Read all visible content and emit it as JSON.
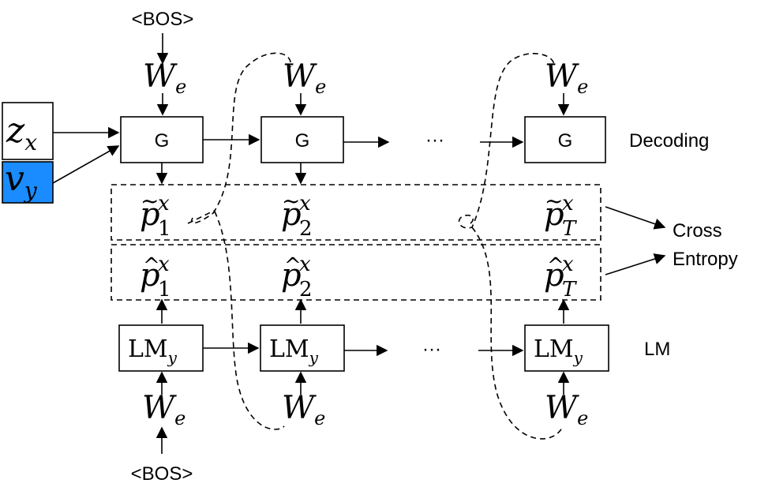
{
  "bos_label": "<BOS>",
  "embedding_label": "W",
  "embedding_subscript": "e",
  "generator_label": "G",
  "lm_label": "LM",
  "lm_subscript": "y",
  "ellipsis": "···",
  "z_label": "z",
  "z_subscript": "x",
  "v_label": "v",
  "v_subscript": "y",
  "v_fill": "#1a8cff",
  "p_label": "p",
  "p_superscript": "x",
  "p_tilde_mark": "~",
  "p_hat_mark": "^",
  "p_subscripts": [
    "1",
    "2",
    "T"
  ],
  "row_labels": {
    "decoding": "Decoding",
    "cross_entropy_line1": "Cross",
    "cross_entropy_line2": "Entropy",
    "lm": "LM"
  }
}
